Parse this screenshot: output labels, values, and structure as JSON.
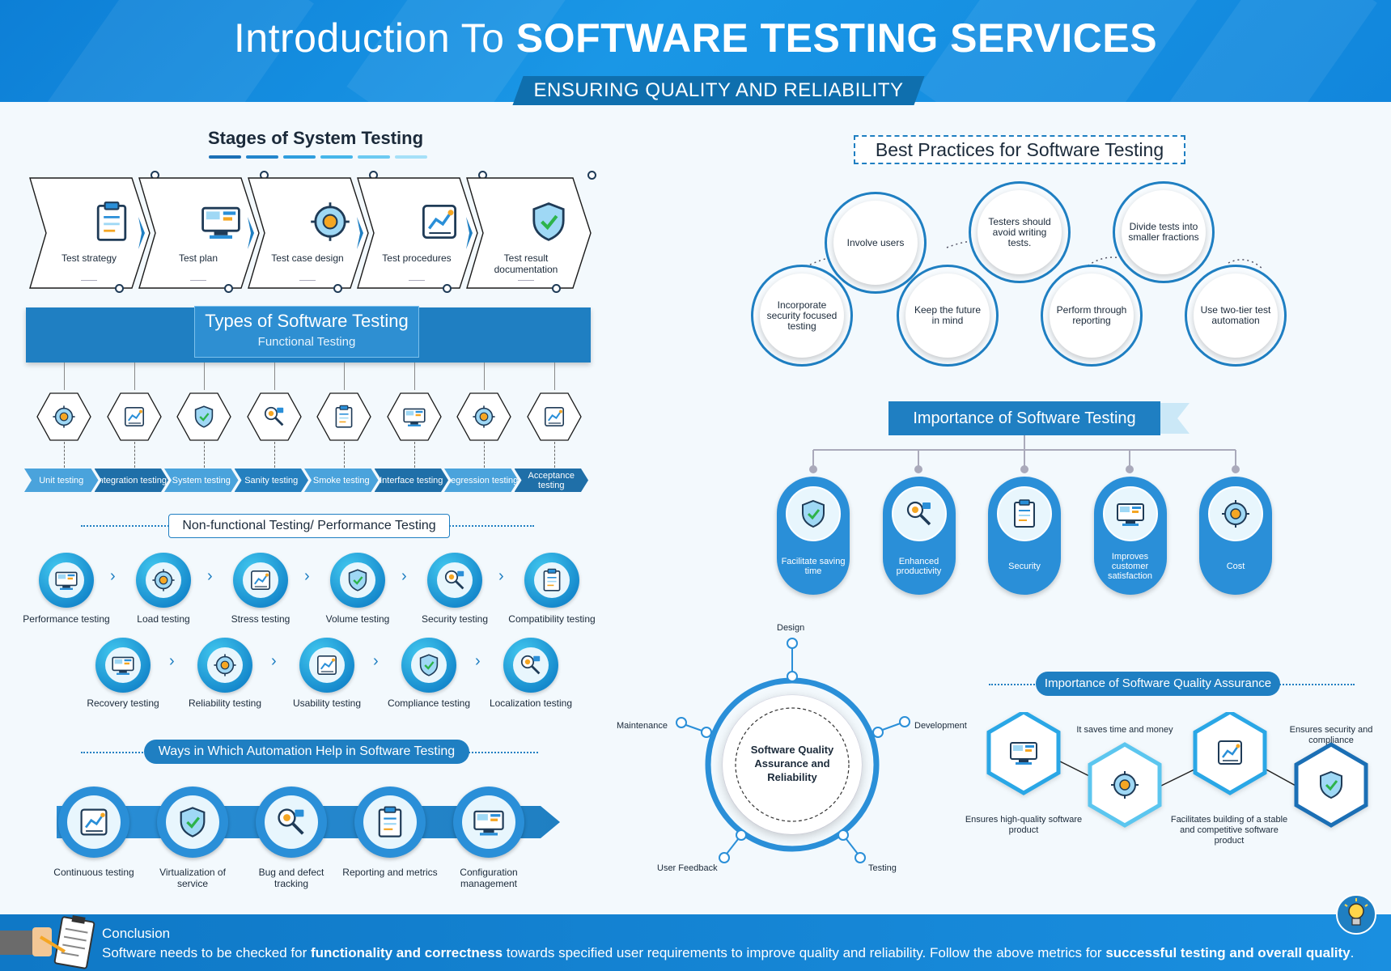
{
  "header": {
    "title_part1": "Introduction To",
    "title_part2": "SOFTWARE TESTING SERVICES",
    "subtitle": "ENSURING QUALITY AND RELIABILITY"
  },
  "stages": {
    "heading": "Stages of System Testing",
    "bar_colors": [
      "#1b6fb5",
      "#2486cc",
      "#2f9ede",
      "#46b6ea",
      "#6ccaf2",
      "#a5e0f8"
    ],
    "items": [
      {
        "label": "Test strategy",
        "icon": "lightbulb-strategy-icon"
      },
      {
        "label": "Test plan",
        "icon": "clipboard-checklist-icon"
      },
      {
        "label": "Test case design",
        "icon": "monitor-design-icon"
      },
      {
        "label": "Test procedures",
        "icon": "clipboard-flowchart-icon"
      },
      {
        "label": "Test result documentation",
        "icon": "document-report-icon"
      }
    ]
  },
  "types": {
    "heading": "Types of Software Testing",
    "subheading": "Functional Testing",
    "items": [
      {
        "label": "Unit testing",
        "icon": "unit-network-icon"
      },
      {
        "label": "Integration testing",
        "icon": "integration-window-icon"
      },
      {
        "label": "System testing",
        "icon": "system-tree-icon"
      },
      {
        "label": "Sanity testing",
        "icon": "sanity-gear-icon"
      },
      {
        "label": "Smoke testing",
        "icon": "smoke-check-icon"
      },
      {
        "label": "Interface testing",
        "icon": "interface-nodes-icon"
      },
      {
        "label": "Regression testing",
        "icon": "regression-cycle-icon"
      },
      {
        "label": "Acceptance testing",
        "icon": "acceptance-handshake-icon"
      }
    ],
    "chevron_colors": [
      "#4aa3dc",
      "#1f6fa8",
      "#4aa3dc",
      "#2580bf",
      "#4aa3dc",
      "#1f6fa8",
      "#4aa3dc",
      "#1f6fa8"
    ]
  },
  "nonfunctional": {
    "heading": "Non-functional Testing/ Performance Testing",
    "row1": [
      {
        "label": "Performance testing",
        "icon": "performance-report-icon"
      },
      {
        "label": "Load testing",
        "icon": "load-gauge-icon"
      },
      {
        "label": "Stress testing",
        "icon": "stress-monitor-icon"
      },
      {
        "label": "Volume testing",
        "icon": "volume-globe-icon"
      },
      {
        "label": "Security testing",
        "icon": "security-shield-icon"
      },
      {
        "label": "Compatibility testing",
        "icon": "compatibility-devices-icon"
      }
    ],
    "row2": [
      {
        "label": "Recovery testing",
        "icon": "recovery-warning-icon"
      },
      {
        "label": "Reliability testing",
        "icon": "reliability-person-icon"
      },
      {
        "label": "Usability testing",
        "icon": "usability-hand-icon"
      },
      {
        "label": "Compliance testing",
        "icon": "compliance-magnifier-icon"
      },
      {
        "label": "Localization testing",
        "icon": "localization-map-icon"
      }
    ]
  },
  "automation": {
    "heading": "Ways in Which Automation Help in Software Testing",
    "items": [
      {
        "label": "Continuous testing",
        "icon": "continuous-cycle-icon"
      },
      {
        "label": "Virtualization of service",
        "icon": "virtualization-person-icon"
      },
      {
        "label": "Bug and defect tracking",
        "icon": "bug-magnifier-icon"
      },
      {
        "label": "Reporting and metrics",
        "icon": "metrics-chart-icon"
      },
      {
        "label": "Configuration management",
        "icon": "configuration-gear-icon"
      }
    ]
  },
  "best_practices": {
    "heading": "Best Practices for Software Testing",
    "items": [
      {
        "label": "Involve users"
      },
      {
        "label": "Testers should avoid writing tests."
      },
      {
        "label": "Divide tests into smaller fractions"
      },
      {
        "label": "Incorporate security focused testing"
      },
      {
        "label": "Keep the future in mind"
      },
      {
        "label": "Perform through reporting"
      },
      {
        "label": "Use two-tier test automation"
      }
    ]
  },
  "importance": {
    "heading": "Importance of Software Testing",
    "items": [
      {
        "label": "Facilitate saving time",
        "icon": "clock-hand-icon"
      },
      {
        "label": "Enhanced productivity",
        "icon": "productivity-person-icon"
      },
      {
        "label": "Security",
        "icon": "security-code-shield-icon"
      },
      {
        "label": "Improves customer satisfaction",
        "icon": "customer-thumbsup-icon"
      },
      {
        "label": "Cost",
        "icon": "cost-coin-hand-icon"
      }
    ]
  },
  "cycle": {
    "center": "Software Quality Assurance and Reliability",
    "nodes": {
      "design": "Design",
      "development": "Development",
      "testing": "Testing",
      "user_feedback": "User Feedback",
      "maintenance": "Maintenance"
    }
  },
  "qa_importance": {
    "heading": "Importance of Software Quality Assurance",
    "items": [
      {
        "label": "Ensures high-quality software product",
        "icon": "quality-rocket-icon"
      },
      {
        "label": "It saves time and money",
        "icon": "time-money-icon"
      },
      {
        "label": "Facilitates building of a stable and competitive software product",
        "icon": "certificate-icon"
      },
      {
        "label": "Ensures security and compliance",
        "icon": "secure-hand-check-icon"
      }
    ]
  },
  "conclusion": {
    "title": "Conclusion",
    "text_1": "Software needs to be checked for ",
    "bold_1": "functionality and correctness",
    "text_2": " towards specified user requirements to improve quality and reliability. Follow the above metrics for ",
    "bold_2": "successful testing and overall quality",
    "text_3": "."
  },
  "colors": {
    "primary": "#1f7fc2",
    "accent": "#42c8ef",
    "header": "#0d7fd6"
  }
}
